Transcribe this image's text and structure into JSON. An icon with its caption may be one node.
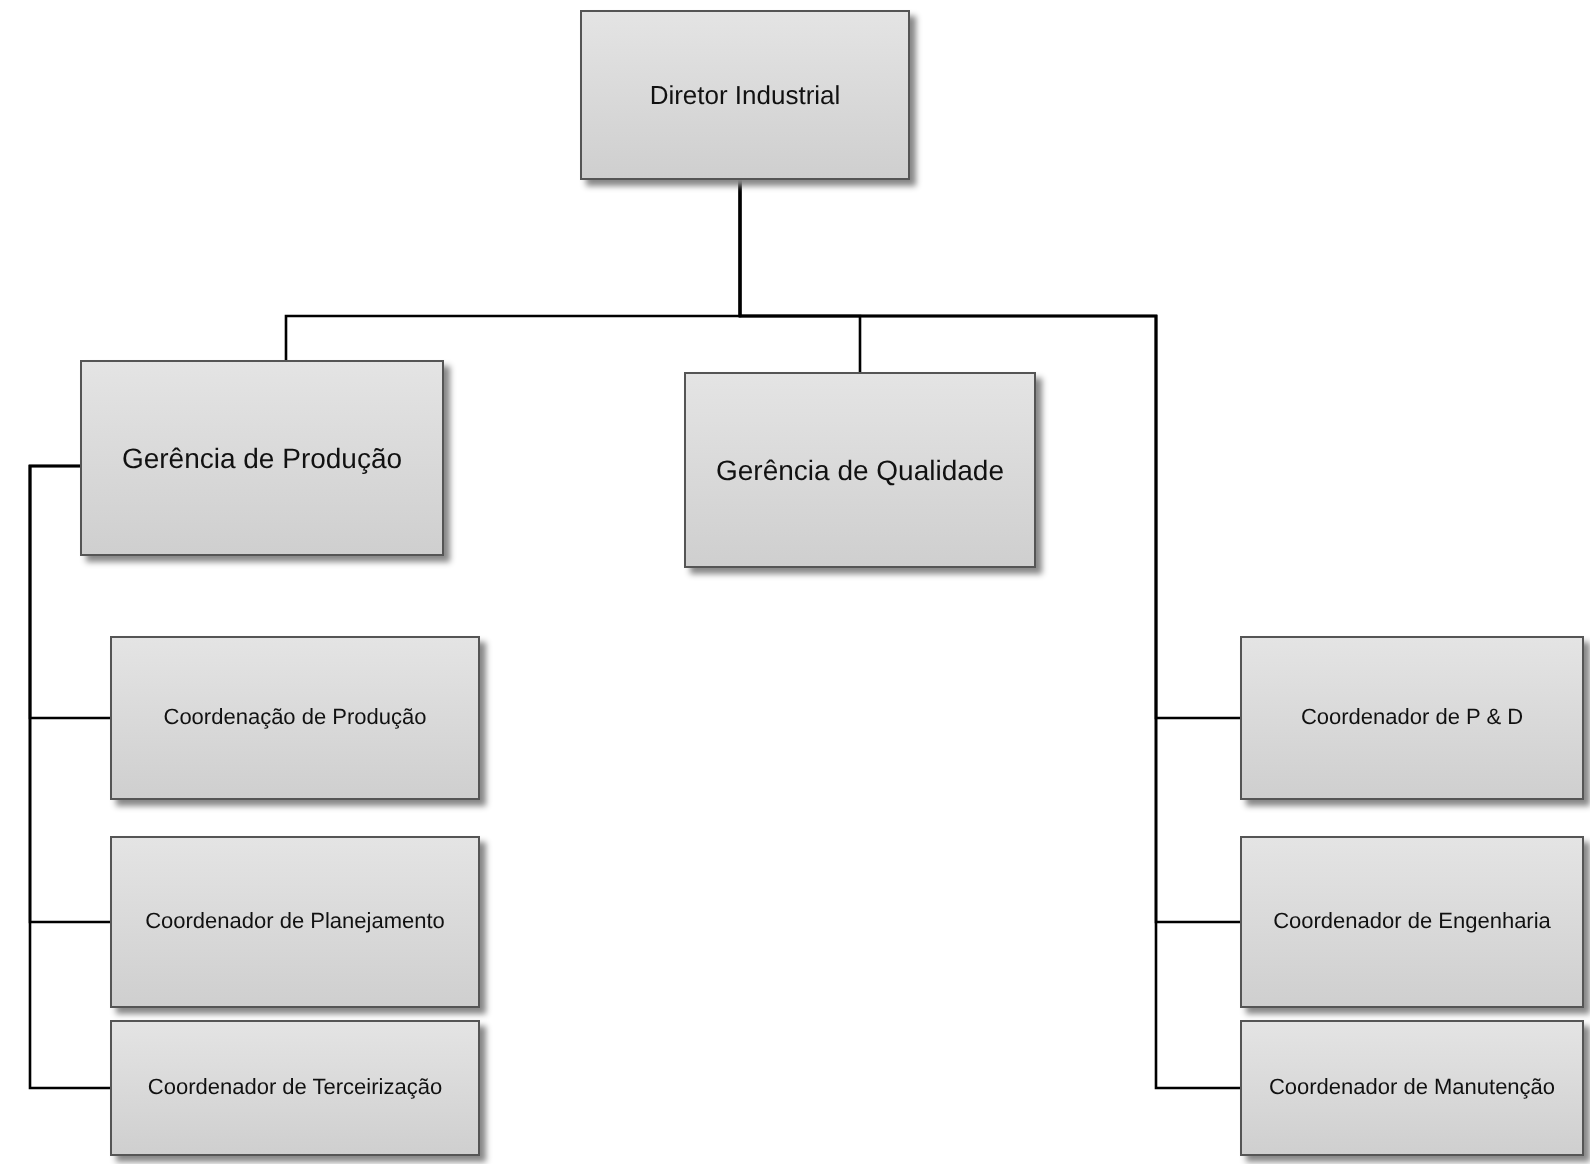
{
  "diagram": {
    "nodes": [
      {
        "text": [
          "Diretor Industrial"
        ]
      },
      {
        "text": [
          "Gerência de Produção"
        ]
      },
      {
        "text": [
          "Gerência de Qualidade"
        ]
      },
      {
        "text": [
          "Coordenação de Produção"
        ]
      },
      {
        "text": [
          "Coordenador de Planejamento"
        ]
      },
      {
        "text": [
          "Coordenador de Terceirização"
        ]
      },
      {
        "text": [
          "Coordenador de P & D"
        ]
      },
      {
        "text": [
          "Coordenador de Engenharia"
        ]
      },
      {
        "text": [
          "Coordenador de Manutenção"
        ]
      }
    ],
    "edges": [
      {
        "from": 0,
        "to": 1,
        "arrow": "none"
      },
      {
        "from": 0,
        "to": 2,
        "arrow": "none"
      },
      {
        "from": 0,
        "to": 6,
        "arrow": "none"
      },
      {
        "from": 0,
        "to": 7,
        "arrow": "none"
      },
      {
        "from": 0,
        "to": 8,
        "arrow": "none"
      },
      {
        "from": 1,
        "to": 3,
        "arrow": "none"
      },
      {
        "from": 1,
        "to": 4,
        "arrow": "none"
      },
      {
        "from": 1,
        "to": 5,
        "arrow": "none"
      }
    ]
  }
}
